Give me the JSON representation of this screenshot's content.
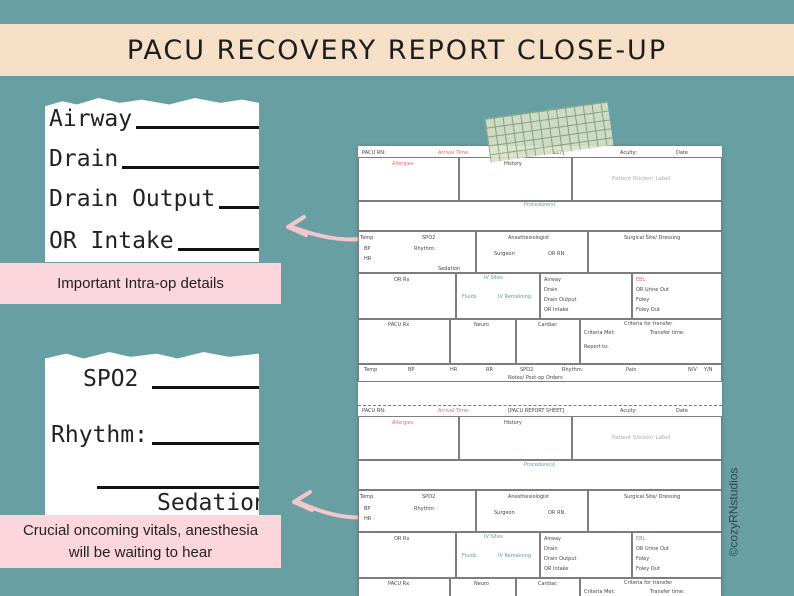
{
  "banner": {
    "title": "PACU RECOVERY REPORT CLOSE-UP"
  },
  "zoom_top": {
    "rows": [
      "Airway",
      "Drain",
      "Drain Output",
      "OR Intake"
    ]
  },
  "zoom_bottom": {
    "rows": [
      "SPO2",
      "Rhythm:",
      "Sedation"
    ]
  },
  "captions": {
    "intraop": "Important Intra-op details",
    "vitals_line1": "Crucial oncoming vitals, anesthesia",
    "vitals_line2": "will be waiting to hear"
  },
  "sheet": {
    "pacu_rn": "PACU RN:",
    "arrival_time": "Arrival Time:",
    "title": "[PACU REPORT SHEET]",
    "acuity": "Acuity:",
    "date": "Date",
    "allergies": "Allergies",
    "history": "History",
    "patient_sticker": "Patient Sticker/ Label",
    "procedures": "Procedure(s)",
    "temp": "Temp",
    "bp": "BP",
    "hr": "HR",
    "spo2": "SPO2",
    "rhythm": "Rhythm:",
    "sedation": "Sedation",
    "anesthesiologist": "Anesthesiologist",
    "surgeon": "Surgeon",
    "or_rn": "OR RN",
    "surgical_site": "Surgical Site/ Dressing",
    "or_rx": "OR Rx",
    "iv_sites": "IV Sites",
    "fluids": "Fluids",
    "iv_remaining": "IV Remaining",
    "airway": "Airway",
    "drain": "Drain",
    "drain_output": "Drain Output",
    "or_intake": "OR Intake",
    "ebl": "EBL:",
    "or_urine_out": "OR Urine Out",
    "foley": "Foley",
    "foley_out": "Foley Out",
    "pacu_rx": "PACU Rx",
    "neuro": "Neuro",
    "cardiac": "Cardiac",
    "criteria_transfer": "Criteria for transfer",
    "criteria_met": "Criteria Met:",
    "transfer_time": "Transfer time:",
    "report_to": "Report to:",
    "rr": "RR",
    "pain": "Pain",
    "nv": "N/V",
    "y_n": "Y/N",
    "notes": "Notes/ Post-op Orders"
  },
  "watermark": "©cozyRNstudios"
}
